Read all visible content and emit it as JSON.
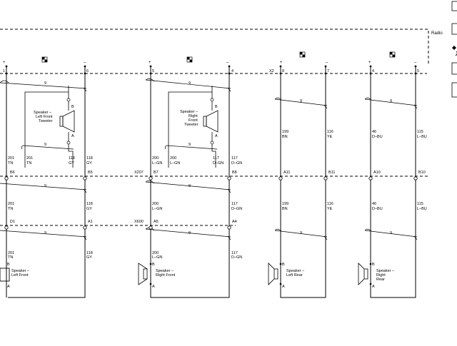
{
  "radio": {
    "label": "Radio"
  },
  "connectors": {
    "x207": "X207",
    "x600": "X600",
    "x2": "X2"
  },
  "top_pins": {
    "lf_pos": "1",
    "lf_neg": "6",
    "rf_pos": "5",
    "rf_neg": "4",
    "lr_pos": "8",
    "lr_neg": "7",
    "rr_pos": "4",
    "rr_neg": "5"
  },
  "polarity": {
    "plus": "+",
    "minus": "–"
  },
  "shield_numbers": {
    "lf_top": "9",
    "lf_tw": "9",
    "lf_mid": "9",
    "lf_low": "9",
    "rf_top": "9",
    "rf_tw": "9",
    "rf_mid": "9",
    "rf_low": "9",
    "lr_top": "9",
    "lr_low": "9",
    "rr_top": "9",
    "rr_low": "9"
  },
  "speakers": {
    "lf_tweeter": [
      "Speaker –",
      "Left Front",
      "Tweeter"
    ],
    "rf_tweeter": [
      "Speaker –",
      "Right",
      "Front",
      "Tweeter"
    ],
    "lf": [
      "Speaker –",
      "Left Front"
    ],
    "rf": [
      "Speaker –",
      "Right Front"
    ],
    "lr": [
      "Speaker –",
      "Left Rear"
    ],
    "rr": [
      "Speaker –",
      "Right",
      "Rear"
    ]
  },
  "speaker_pins": {
    "a": "A",
    "b": "B"
  },
  "wires_row1": {
    "lf_a": [
      "201",
      "TN"
    ],
    "lf_b": [
      "201",
      "TN"
    ],
    "lf_c": [
      "118",
      "GY"
    ],
    "lf_d": [
      "118",
      "GY"
    ],
    "rf_a": [
      "200",
      "L–GN"
    ],
    "rf_b": [
      "200",
      "L–GN"
    ],
    "rf_c": [
      "117",
      "D–GN"
    ],
    "rf_d": [
      "117",
      "D–GN"
    ],
    "lr_a": [
      "199",
      "BN"
    ],
    "lr_b": [
      "116",
      "YE"
    ],
    "rr_a": [
      "46",
      "D–BU"
    ],
    "rr_b": [
      "115",
      "L–BU"
    ]
  },
  "row_x207": {
    "lf_pos": "B6",
    "lf_neg": "B5",
    "rf_pos": "B7",
    "rf_neg": "B8",
    "lr_pos": "A11",
    "lr_neg": "B11",
    "rr_pos": "A10",
    "rr_neg": "B10"
  },
  "wires_row2": {
    "lf_a": [
      "201",
      "TN"
    ],
    "lf_b": [
      "118",
      "GY"
    ],
    "rf_a": [
      "200",
      "L–GN"
    ],
    "rf_b": [
      "117",
      "D–GN"
    ],
    "lr_a": [
      "199",
      "BN"
    ],
    "lr_b": [
      "116",
      "YE"
    ],
    "rr_a": [
      "46",
      "D–BU"
    ],
    "rr_b": [
      "115",
      "L–BU"
    ]
  },
  "row_x600": {
    "lf_pos": "D1",
    "lf_neg": "A1",
    "rf_pos": "A5",
    "rf_neg": "A4"
  },
  "wires_row3": {
    "lf_a": [
      "201",
      "TN"
    ],
    "lf_b": [
      "118",
      "GY"
    ],
    "rf_a": [
      "200",
      "L–GN"
    ],
    "rf_b": [
      "117",
      "D–GN"
    ]
  },
  "legend_icons": [
    "ground-reference-icon",
    "diamond-arrow-icon"
  ]
}
